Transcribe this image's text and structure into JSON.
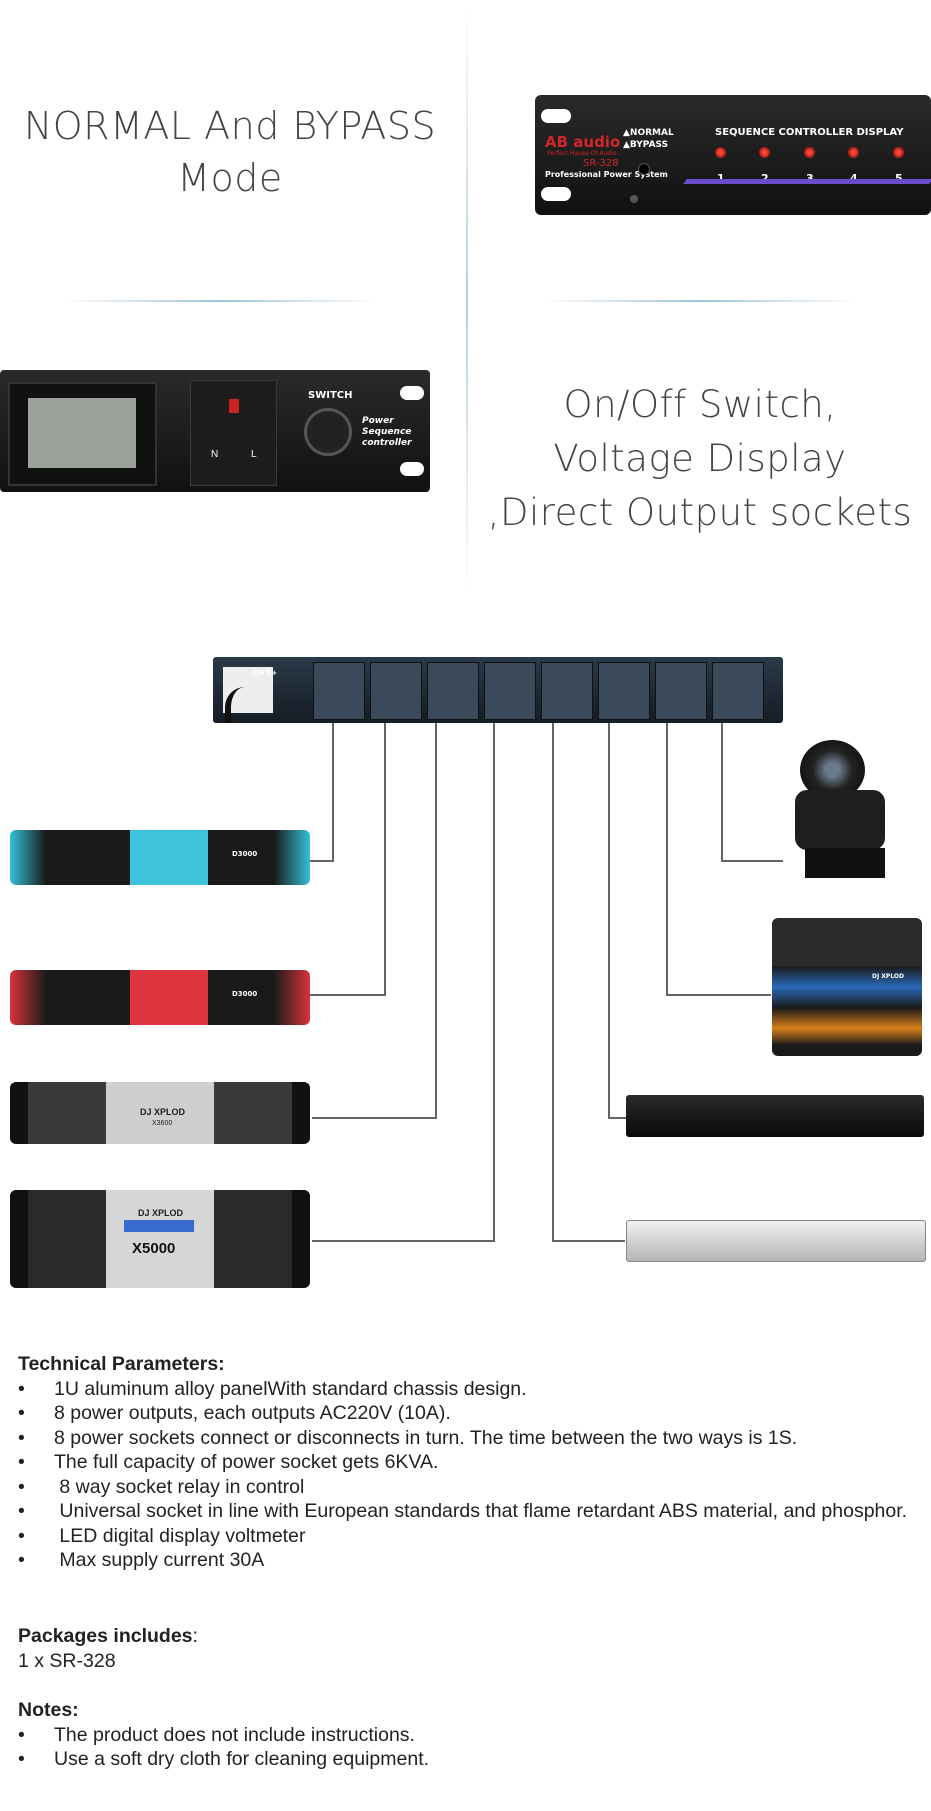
{
  "top_left_heading": {
    "line1": "NORMAL And BYPASS",
    "line2": "Mode"
  },
  "mid_right_heading": {
    "line1": "On/Off Switch,",
    "line2": "Voltage Display",
    "line3": ",Direct Output sockets"
  },
  "rack_panel": {
    "brand": "AB audio",
    "tagline": "Perfect Hause Of Audio",
    "model": "SR-328",
    "subtitle": "Professional Power System",
    "mode_normal": "NORMAL",
    "mode_bypass": "BYPASS",
    "display_title": "SEQUENCE CONTROLLER DISPLAY",
    "channels": [
      "1",
      "2",
      "3",
      "4",
      "5"
    ]
  },
  "front_panel": {
    "switch_label": "SWITCH",
    "label": "Power Sequence controller",
    "socket_n": "N",
    "socket_l": "L"
  },
  "rear_unit": {
    "label": "CH 8+"
  },
  "devices": {
    "amp3_brand": "DJ XPLOD",
    "amp3_model": "X3600",
    "amp4_brand": "DJ XPLOD",
    "amp4_model": "X5000",
    "amp1_model": "D3000",
    "amp2_model": "D3000",
    "mixer_brand": "DJ XPLOD"
  },
  "technical": {
    "heading": "Technical Parameters:",
    "items": [
      "1U aluminum alloy panelWith standard chassis design.",
      "8 power outputs, each outputs AC220V (10A).",
      "8 power sockets connect or disconnects in turn. The time between the two ways is 1S.",
      "The full capacity of power socket gets 6KVA.",
      " 8 way socket relay in control",
      " Universal socket in line with European standards that flame retardant ABS material, and phosphor.",
      " LED digital display voltmeter",
      " Max supply current 30A"
    ]
  },
  "packages": {
    "heading": "Packages includes",
    "colon": ":",
    "item": "1 x SR-328"
  },
  "notes": {
    "heading": "Notes:",
    "items": [
      "The product does not include instructions.",
      "Use a soft dry cloth for cleaning equipment."
    ]
  },
  "colors": {
    "accent_red": "#d0262a",
    "panel_dark": "#1a1a1a",
    "divider": "#8fb4cc",
    "wire": "#666666"
  }
}
